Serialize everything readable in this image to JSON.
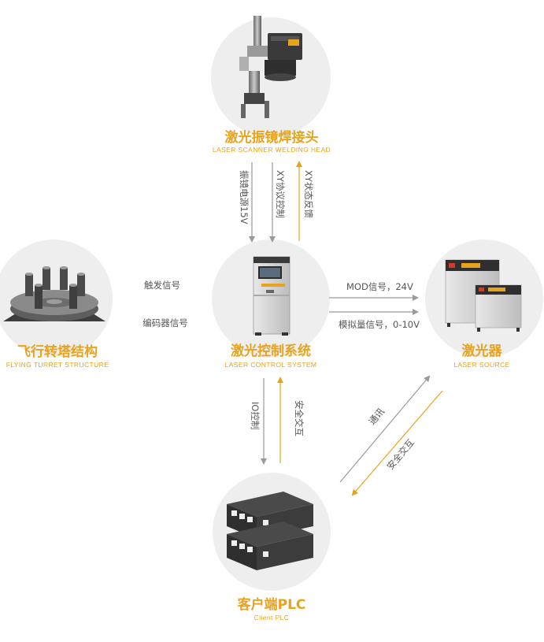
{
  "nodes": {
    "head": {
      "title": "激光振镜焊接头",
      "subtitle": "LASER SCANNER WELDING HEAD"
    },
    "turret": {
      "title": "飞行转塔结构",
      "subtitle": "FLYING TURRET STRUCTURE"
    },
    "control": {
      "title": "激光控制系统",
      "subtitle": "LASER CONTROL SYSTEM"
    },
    "source": {
      "title": "激光器",
      "subtitle": "LASER SOURCE"
    },
    "plc": {
      "title": "客户端PLC",
      "subtitle": "Client PLC"
    }
  },
  "links": {
    "head_power": "振镜电源15V",
    "head_xy_ctrl": "XY协议控制",
    "head_xy_fb": "XY状态反馈",
    "turret_trigger": "触发信号",
    "turret_encoder": "编码器信号",
    "source_mod": "MOD信号，24V",
    "source_analog": "模拟量信号，0-10V",
    "plc_io": "IO控制",
    "plc_safety": "安全交互",
    "source_comm": "通讯",
    "source_safety": "安全交互"
  },
  "colors": {
    "accent": "#e8a31e",
    "arrow_gray": "#9a9a9a",
    "circle_bg": "#eeeeee",
    "label": "#555555"
  }
}
